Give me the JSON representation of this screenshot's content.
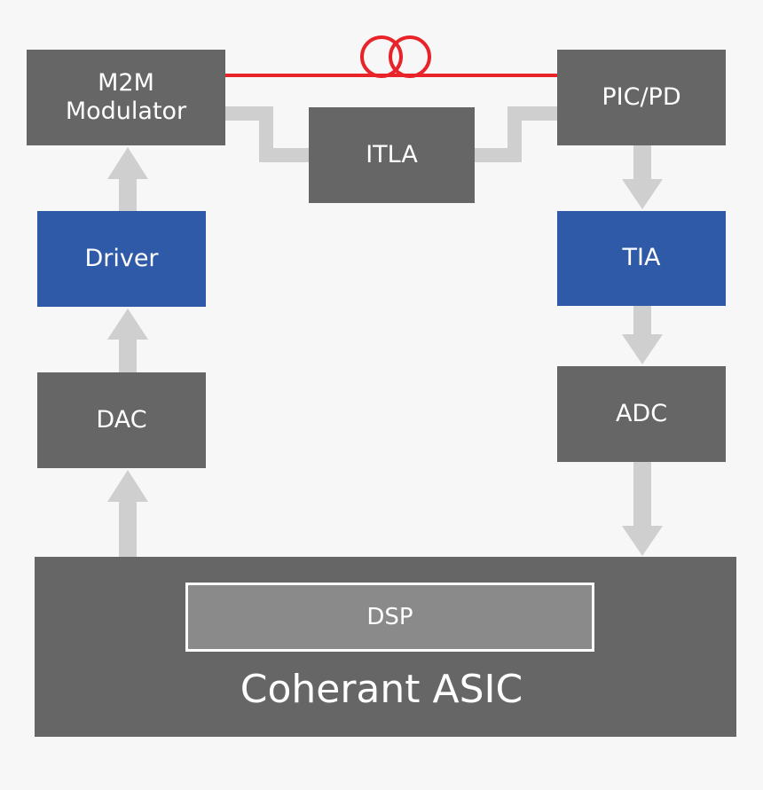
{
  "diagram": {
    "blocks": {
      "m2m_line1": "M2M",
      "m2m_line2": "Modulator",
      "itla": "ITLA",
      "picpd": "PIC/PD",
      "driver": "Driver",
      "tia": "TIA",
      "dac": "DAC",
      "adc": "ADC",
      "dsp": "DSP",
      "asic": "Coherant ASIC"
    },
    "colors": {
      "background": "#f7f7f7",
      "block_gray": "#666666",
      "block_blue": "#2f5aa8",
      "connector_gray": "#cfcfcf",
      "fiber_red": "#e8232a",
      "dsp_fill": "#8a8a8a"
    }
  }
}
